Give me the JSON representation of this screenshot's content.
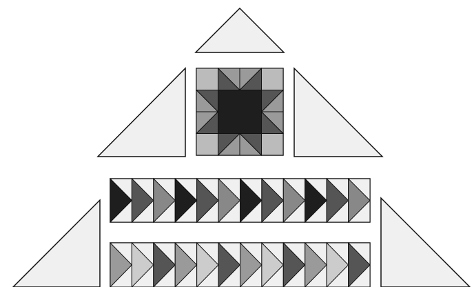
{
  "colors": {
    "background": "#ffffff",
    "outline": "#111111",
    "light": "#f0f0f0",
    "pale": "#cccccc",
    "lightgray": "#bbbbbb",
    "midgray": "#9a9a9a",
    "gray": "#888888",
    "darkgray": "#555555",
    "charcoal": "#3a3a3a",
    "black": "#1e1e1e"
  },
  "diagram": {
    "pieces": [
      "top-triangle",
      "left-upper-triangle",
      "right-upper-triangle",
      "star-block",
      "flying-geese-strip-1",
      "flying-geese-strip-2",
      "left-lower-triangle",
      "right-lower-triangle"
    ],
    "star_block": {
      "corner_squares": "lightgray",
      "center_square": "black",
      "star_points": "darkgray",
      "side_triangles": "midgray",
      "background": "light"
    },
    "geese_strip_1": {
      "count": 12,
      "background": "light",
      "geese": [
        "black",
        "darkgray",
        "gray",
        "black",
        "darkgray",
        "gray",
        "black",
        "darkgray",
        "gray",
        "black",
        "darkgray",
        "gray"
      ]
    },
    "geese_strip_2": {
      "count": 12,
      "background": "light",
      "geese": [
        "midgray",
        "pale",
        "darkgray",
        "midgray",
        "pale",
        "darkgray",
        "midgray",
        "pale",
        "darkgray",
        "midgray",
        "pale",
        "darkgray"
      ]
    }
  }
}
